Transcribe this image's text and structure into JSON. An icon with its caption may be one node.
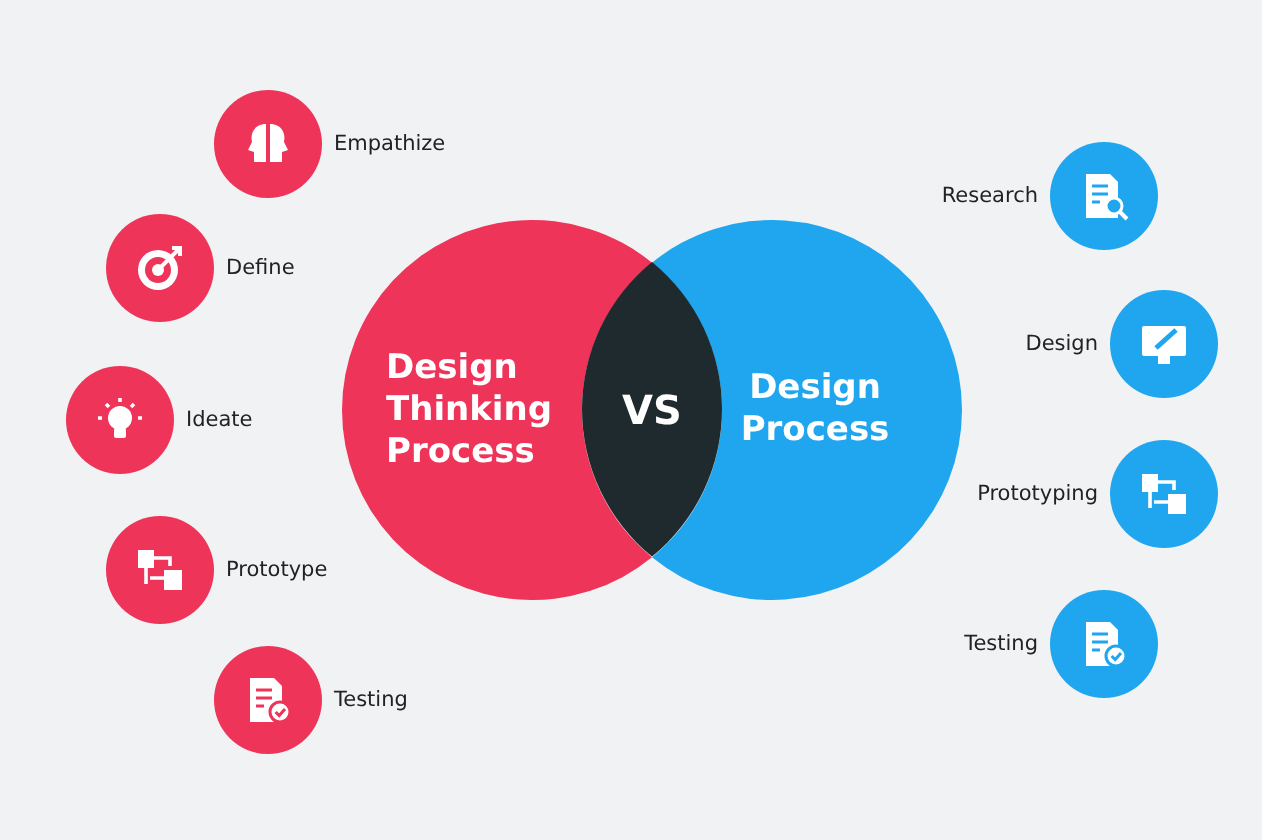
{
  "diagram": {
    "nodes": [
      {
        "text": [
          "Design Thinking Process"
        ]
      },
      {
        "text": [
          "Design Process"
        ]
      },
      {
        "text": [
          "VS"
        ]
      },
      {
        "text": [],
        "shape": "circle",
        "beside": [
          "Empathize"
        ]
      },
      {
        "text": [],
        "shape": "circle",
        "beside": [
          "Define"
        ]
      },
      {
        "text": [],
        "shape": "circle",
        "beside": [
          "Ideate"
        ]
      },
      {
        "text": [],
        "shape": "circle",
        "beside": [
          "Prototype"
        ]
      },
      {
        "text": [],
        "shape": "circle",
        "beside": [
          "Testing"
        ]
      },
      {
        "text": [],
        "shape": "circle",
        "beside": [
          "Research"
        ]
      },
      {
        "text": [],
        "shape": "circle",
        "beside": [
          "Design"
        ]
      },
      {
        "text": [],
        "shape": "circle",
        "beside": [
          "Prototyping"
        ]
      },
      {
        "text": [],
        "shape": "circle",
        "beside": [
          "Testing"
        ]
      }
    ],
    "edges": []
  }
}
